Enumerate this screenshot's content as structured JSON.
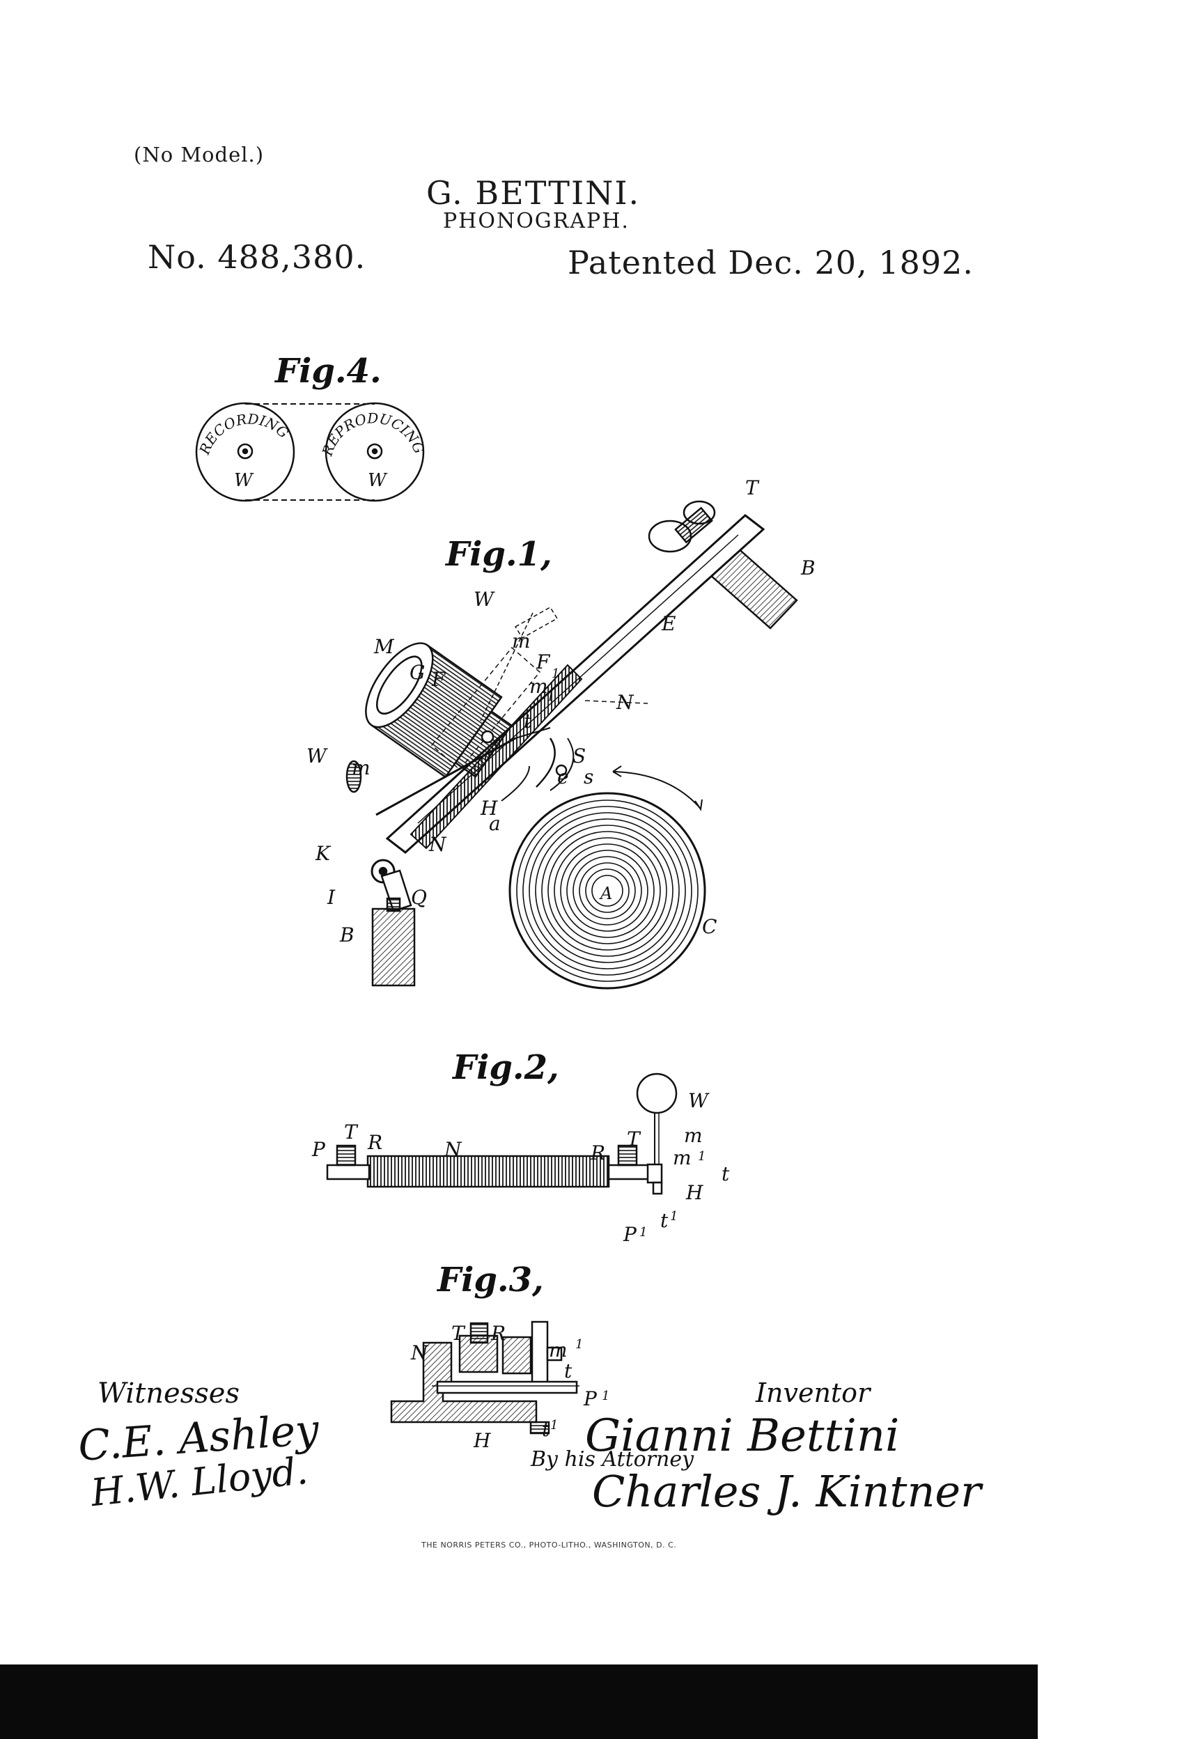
{
  "header": {
    "no_model": "(No Model.)",
    "inventor": "G. BETTINI.",
    "title": "PHONOGRAPH.",
    "patent_number": "No. 488,380.",
    "patent_date": "Patented Dec. 20, 1892."
  },
  "figures": {
    "fig4": {
      "title": "Fig.4.",
      "left_wheel_text": "RECORDING",
      "right_wheel_text": "REPRODUCING",
      "left_wheel_label": "W",
      "right_wheel_label": "W"
    },
    "fig1": {
      "title": "Fig.1,",
      "labels": [
        "T",
        "B",
        "E",
        "W",
        "m",
        "M",
        "F",
        "G",
        "F",
        "1",
        "m",
        "1",
        "N",
        "t",
        "S",
        "W",
        "m",
        "e",
        "s",
        "H",
        "a",
        "K",
        "N",
        "A",
        "I",
        "Q",
        "B",
        "C"
      ]
    },
    "fig2": {
      "title": "Fig.2,",
      "labels": [
        "T",
        "P",
        "R",
        "N",
        "R",
        "T",
        "W",
        "m",
        "m",
        "1",
        "t",
        "H",
        "P",
        "1",
        "t",
        "1"
      ]
    },
    "fig3": {
      "title": "Fig.3,",
      "labels": [
        "N",
        "T",
        "R",
        "m",
        "1",
        "t",
        "P",
        "1",
        "H",
        "t",
        "1"
      ]
    }
  },
  "signatures": {
    "witnesses_label": "Witnesses",
    "witness_1": "C.E. Ashley",
    "witness_2": "H.W. Lloyd.",
    "inventor_label": "Inventor",
    "inventor_signature": "Gianni Bettini",
    "attorney_label": "By his Attorney",
    "attorney_signature": "Charles J. Kintner"
  },
  "imprint": "THE NORRIS PETERS CO., PHOTO-LITHO., WASHINGTON, D. C."
}
